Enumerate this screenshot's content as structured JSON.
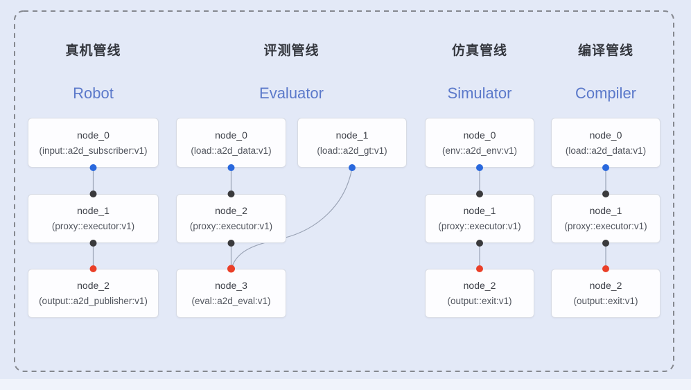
{
  "diagram": {
    "pipelines": [
      {
        "title_zh": "真机管线",
        "title_en": "Robot",
        "nodes": [
          {
            "name": "node_0",
            "type": "(input::a2d_subscriber:v1)"
          },
          {
            "name": "node_1",
            "type": "(proxy::executor:v1)"
          },
          {
            "name": "node_2",
            "type": "(output::a2d_publisher:v1)"
          }
        ]
      },
      {
        "title_zh": "评测管线",
        "title_en": "Evaluator",
        "nodes": [
          {
            "name": "node_0",
            "type": "(load::a2d_data:v1)"
          },
          {
            "name": "node_1",
            "type": "(load::a2d_gt:v1)"
          },
          {
            "name": "node_2",
            "type": "(proxy::executor:v1)"
          },
          {
            "name": "node_3",
            "type": "(eval::a2d_eval:v1)"
          }
        ]
      },
      {
        "title_zh": "仿真管线",
        "title_en": "Simulator",
        "nodes": [
          {
            "name": "node_0",
            "type": "(env::a2d_env:v1)"
          },
          {
            "name": "node_1",
            "type": "(proxy::executor:v1)"
          },
          {
            "name": "node_2",
            "type": "(output::exit:v1)"
          }
        ]
      },
      {
        "title_zh": "编译管线",
        "title_en": "Compiler",
        "nodes": [
          {
            "name": "node_0",
            "type": "(load::a2d_data:v1)"
          },
          {
            "name": "node_1",
            "type": "(proxy::executor:v1)"
          },
          {
            "name": "node_2",
            "type": "(output::exit:v1)"
          }
        ]
      }
    ],
    "colors": {
      "background": "#e3e9f7",
      "box_fill": "#fdfdff",
      "box_border": "#d7dbe4",
      "edge": "#9aa3b5",
      "dot_input": "#2968dd",
      "dot_mid": "#3a3a3c",
      "dot_output": "#ea3f28",
      "title_zh": "#34373e",
      "title_en": "#5b79ca",
      "dashed_border": "#85888f"
    }
  }
}
